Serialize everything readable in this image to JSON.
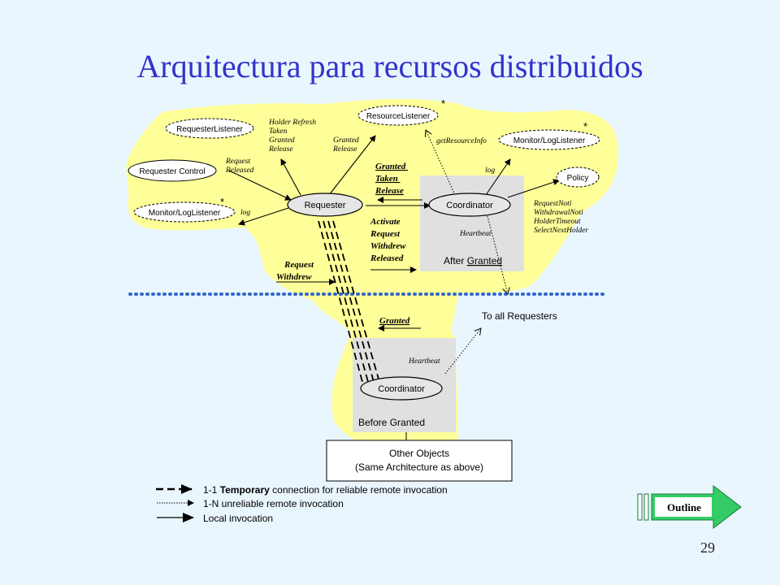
{
  "slide": {
    "title": "Arquitectura para recursos distribuidos",
    "page_number": "29",
    "outline_label": "Outline"
  },
  "nodes": {
    "requester_listener": "RequesterListener",
    "resource_listener": "ResourceListener",
    "requester_control": "Requester Control",
    "monitor_left": "Monitor/LogListener",
    "monitor_right": "Monitor/LogListener",
    "policy": "Policy",
    "requester": "Requester",
    "coordinator_top": "Coordinator",
    "coordinator_bottom": "Coordinator",
    "other_objects_1": "Other Objects",
    "other_objects_2": "(Same Architecture as above)",
    "star": "*"
  },
  "labels": {
    "holder_refresh": [
      "Holder Refresh",
      "Taken",
      "Granted",
      "Release"
    ],
    "request_released": [
      "Request",
      "Released"
    ],
    "granted_release": [
      "Granted",
      "Release"
    ],
    "get_resource_info": "getResourceInfo",
    "log_left": "log",
    "log_right": "log",
    "granted_taken_release": [
      "Granted",
      "Taken",
      "Release"
    ],
    "activate_group": [
      "Activate",
      "Request",
      "Withdrew",
      "Released"
    ],
    "request_withdrew": [
      "Request",
      "Withdrew"
    ],
    "policy_msgs": [
      "RequestNoti",
      "WithdrawalNoti",
      "HolderTimeout",
      "SelectNextHolder"
    ],
    "heartbeat_top": "Heartbeat",
    "after_granted_prefix": "After ",
    "after_granted_word": "Granted",
    "to_all_requesters": "To all Requesters",
    "granted_bottom": "Granted",
    "heartbeat_bottom": "Heartbeat",
    "before_granted": "Before Granted"
  },
  "legend": {
    "row1_prefix": "1-1 ",
    "row1_bold": "Temporary",
    "row1_suffix": " connection for reliable remote invocation",
    "row2": "1-N unreliable remote invocation",
    "row3": "Local invocation"
  },
  "colors": {
    "title": "#3333cc",
    "background": "#eaf6fd",
    "blob": "#ffff99",
    "gray_box": "#e0e0e0",
    "ellipse_fill": "#e6e6e6",
    "separator": "#3366cc",
    "outline_button": "#33cc66"
  }
}
